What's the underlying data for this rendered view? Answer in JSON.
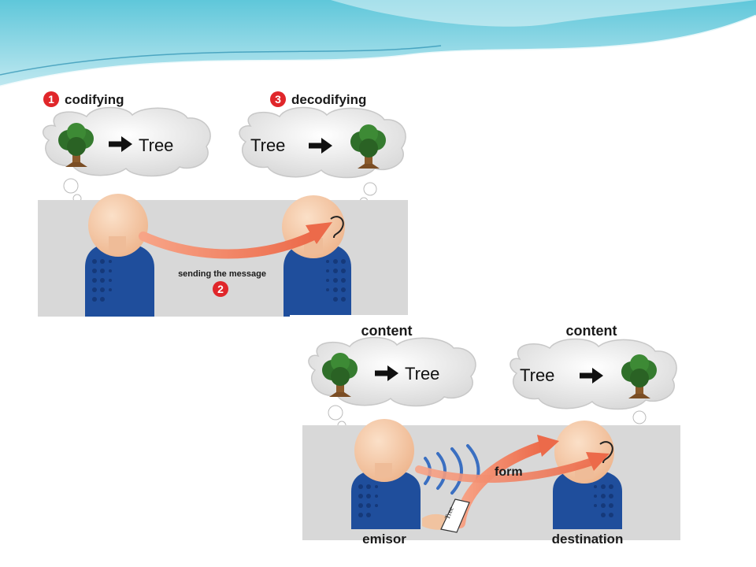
{
  "panel1": {
    "step1_number": "1",
    "step1_label": "codifying",
    "step3_number": "3",
    "step3_label": "decodifying",
    "bubble_left_word": "Tree",
    "bubble_right_word": "Tree",
    "sending_label": "sending the message",
    "step2_number": "2"
  },
  "panel2": {
    "content_left": "content",
    "content_right": "content",
    "bubble_left_word": "Tree",
    "bubble_right_word": "Tree",
    "form_label": "form",
    "paper_word": "Tree",
    "emisor_label": "emisor",
    "destination_label": "destination"
  },
  "colors": {
    "accent_red": "#e0262a",
    "arrow_salmon": "#f07a5e",
    "shirt_blue": "#1f4e9c",
    "skin": "#f4c5a2",
    "panel_gray": "#d8d8d8",
    "wave_blue": "#3a6fc1"
  }
}
